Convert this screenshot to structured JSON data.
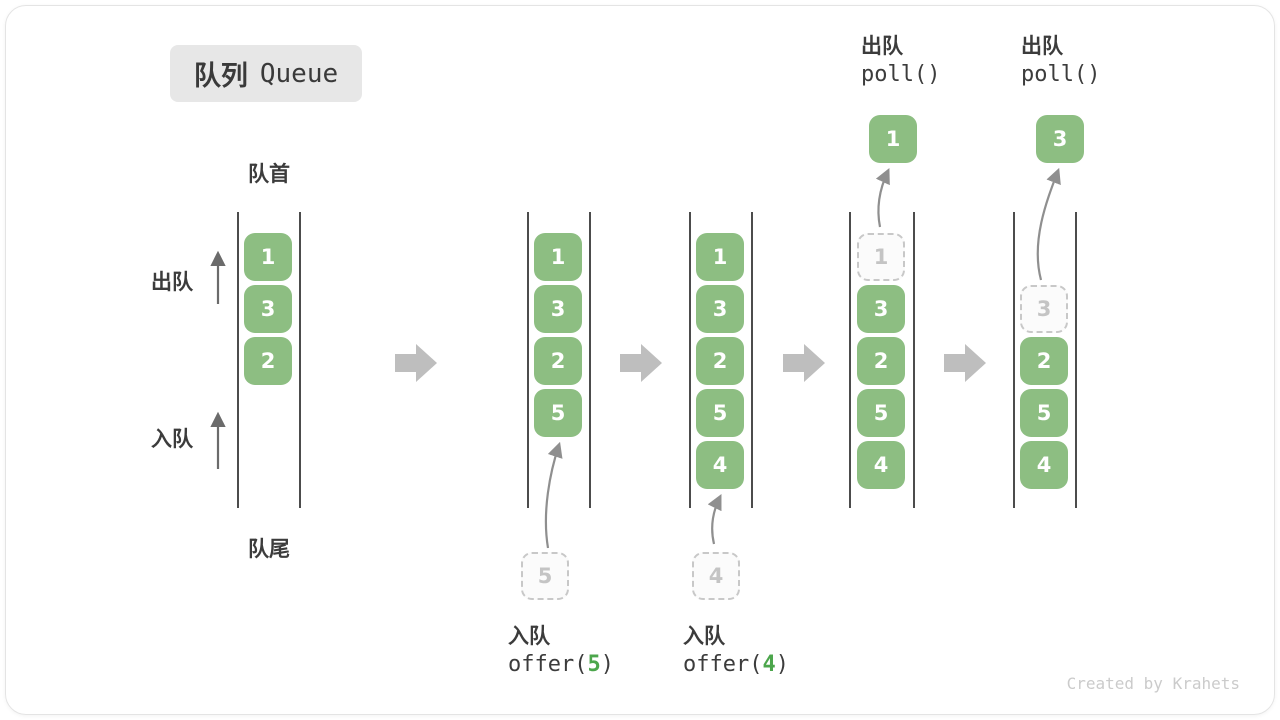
{
  "title": {
    "zh": "队列",
    "en": "Queue"
  },
  "watermark": "Created by Krahets",
  "labels": {
    "front": "队首",
    "rear": "队尾",
    "dequeue": "出队",
    "enqueue": "入队"
  },
  "colors": {
    "box_green": "#8DBE82",
    "code_arg_green": "#4CA64C",
    "dashed_gray": "#C8C8C8",
    "block_arrow_gray": "#BEBEBE",
    "rail_dark": "#4C4C4C",
    "text_dark": "#3C3C3C"
  },
  "columns": [
    {
      "name": "state-initial",
      "slots": [
        {
          "row": 0,
          "value": "1",
          "type": "solid"
        },
        {
          "row": 1,
          "value": "3",
          "type": "solid"
        },
        {
          "row": 2,
          "value": "2",
          "type": "solid"
        }
      ]
    },
    {
      "name": "state-offer-5",
      "slots": [
        {
          "row": 0,
          "value": "1",
          "type": "solid"
        },
        {
          "row": 1,
          "value": "3",
          "type": "solid"
        },
        {
          "row": 2,
          "value": "2",
          "type": "solid"
        },
        {
          "row": 3,
          "value": "5",
          "type": "solid"
        }
      ],
      "pending": {
        "value": "5"
      },
      "caption": {
        "action": "入队",
        "code_pre": "offer(",
        "code_arg": "5",
        "code_post": ")"
      }
    },
    {
      "name": "state-offer-4",
      "slots": [
        {
          "row": 0,
          "value": "1",
          "type": "solid"
        },
        {
          "row": 1,
          "value": "3",
          "type": "solid"
        },
        {
          "row": 2,
          "value": "2",
          "type": "solid"
        },
        {
          "row": 3,
          "value": "5",
          "type": "solid"
        },
        {
          "row": 4,
          "value": "4",
          "type": "solid"
        }
      ],
      "pending": {
        "value": "4"
      },
      "caption": {
        "action": "入队",
        "code_pre": "offer(",
        "code_arg": "4",
        "code_post": ")"
      }
    },
    {
      "name": "state-poll-1",
      "slots": [
        {
          "row": 0,
          "value": "1",
          "type": "dashed"
        },
        {
          "row": 1,
          "value": "3",
          "type": "solid"
        },
        {
          "row": 2,
          "value": "2",
          "type": "solid"
        },
        {
          "row": 3,
          "value": "5",
          "type": "solid"
        },
        {
          "row": 4,
          "value": "4",
          "type": "solid"
        }
      ],
      "polled": {
        "value": "1"
      },
      "top_caption": {
        "action": "出队",
        "code": "poll()"
      }
    },
    {
      "name": "state-poll-3",
      "slots": [
        {
          "row": 1,
          "value": "3",
          "type": "dashed"
        },
        {
          "row": 2,
          "value": "2",
          "type": "solid"
        },
        {
          "row": 3,
          "value": "5",
          "type": "solid"
        },
        {
          "row": 4,
          "value": "4",
          "type": "solid"
        }
      ],
      "polled": {
        "value": "3"
      },
      "top_caption": {
        "action": "出队",
        "code": "poll()"
      }
    }
  ]
}
